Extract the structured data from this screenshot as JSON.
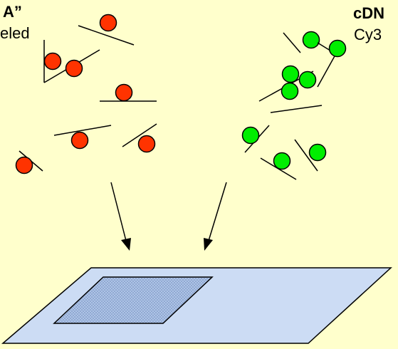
{
  "labels": {
    "left_title": "A”",
    "left_sub": "eled",
    "right_title": "cDN",
    "right_sub": "Cy3"
  },
  "colors": {
    "background": "#ffffcc",
    "red_dye": "#ff3300",
    "green_dye": "#00ee00",
    "slide_fill": "#ccdcf4",
    "spot_area": "#aec4e6",
    "outline": "#000000"
  }
}
